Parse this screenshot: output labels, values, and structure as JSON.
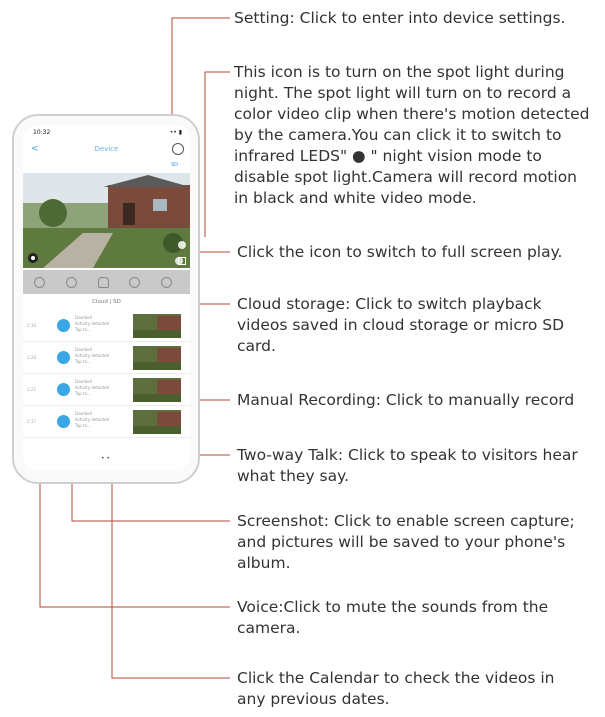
{
  "phone": {
    "time": "10:32",
    "nav_title": "Device",
    "back_label": "<",
    "resolution_badge": "SD",
    "cloud_sd_label": "Cloud | SD",
    "rows": [
      {
        "time": "2:30",
        "line1": "Doorbell",
        "line2": "Activity detected",
        "line3": "Tap to..."
      },
      {
        "time": "2:28",
        "line1": "Doorbell",
        "line2": "Activity detected",
        "line3": "Tap to..."
      },
      {
        "time": "2:22",
        "line1": "Doorbell",
        "line2": "Activity detected",
        "line3": "Tap to..."
      },
      {
        "time": "2:17",
        "line1": "Doorbell",
        "line2": "Activity detected",
        "line3": "Tap to..."
      }
    ],
    "pager": "• •"
  },
  "annotations": {
    "setting": "Setting: Click to enter into device settings.",
    "spotlight": "This icon is to turn on the spot light during\nnight. The spot light will turn on to record a\ncolor video clip when there's motion detected\nby the camera.You can click it to switch to\ninfrared LEDS\" ● \" night vision mode to\ndisable spot light.Camera will record motion\nin black and white video mode.",
    "fullscreen": "Click the icon to switch to full screen play.",
    "cloud": "Cloud storage: Click to switch playback\nvideos saved in cloud storage or micro SD\ncard.",
    "manual": "Manual Recording: Click to manually record",
    "talk": "Two-way Talk: Click to speak to visitors hear\nwhat they say.",
    "screenshot": "Screenshot: Click to enable screen capture;\nand pictures will be saved to your phone's\nalbum.",
    "voice": "Voice:Click to mute the sounds from the\ncamera.",
    "calendar": "Click the Calendar to check the videos in\nany previous dates."
  },
  "colors": {
    "leader": "#b24a3a",
    "accent": "#3ba6e6",
    "infrared_dot": "#d83a3a"
  }
}
